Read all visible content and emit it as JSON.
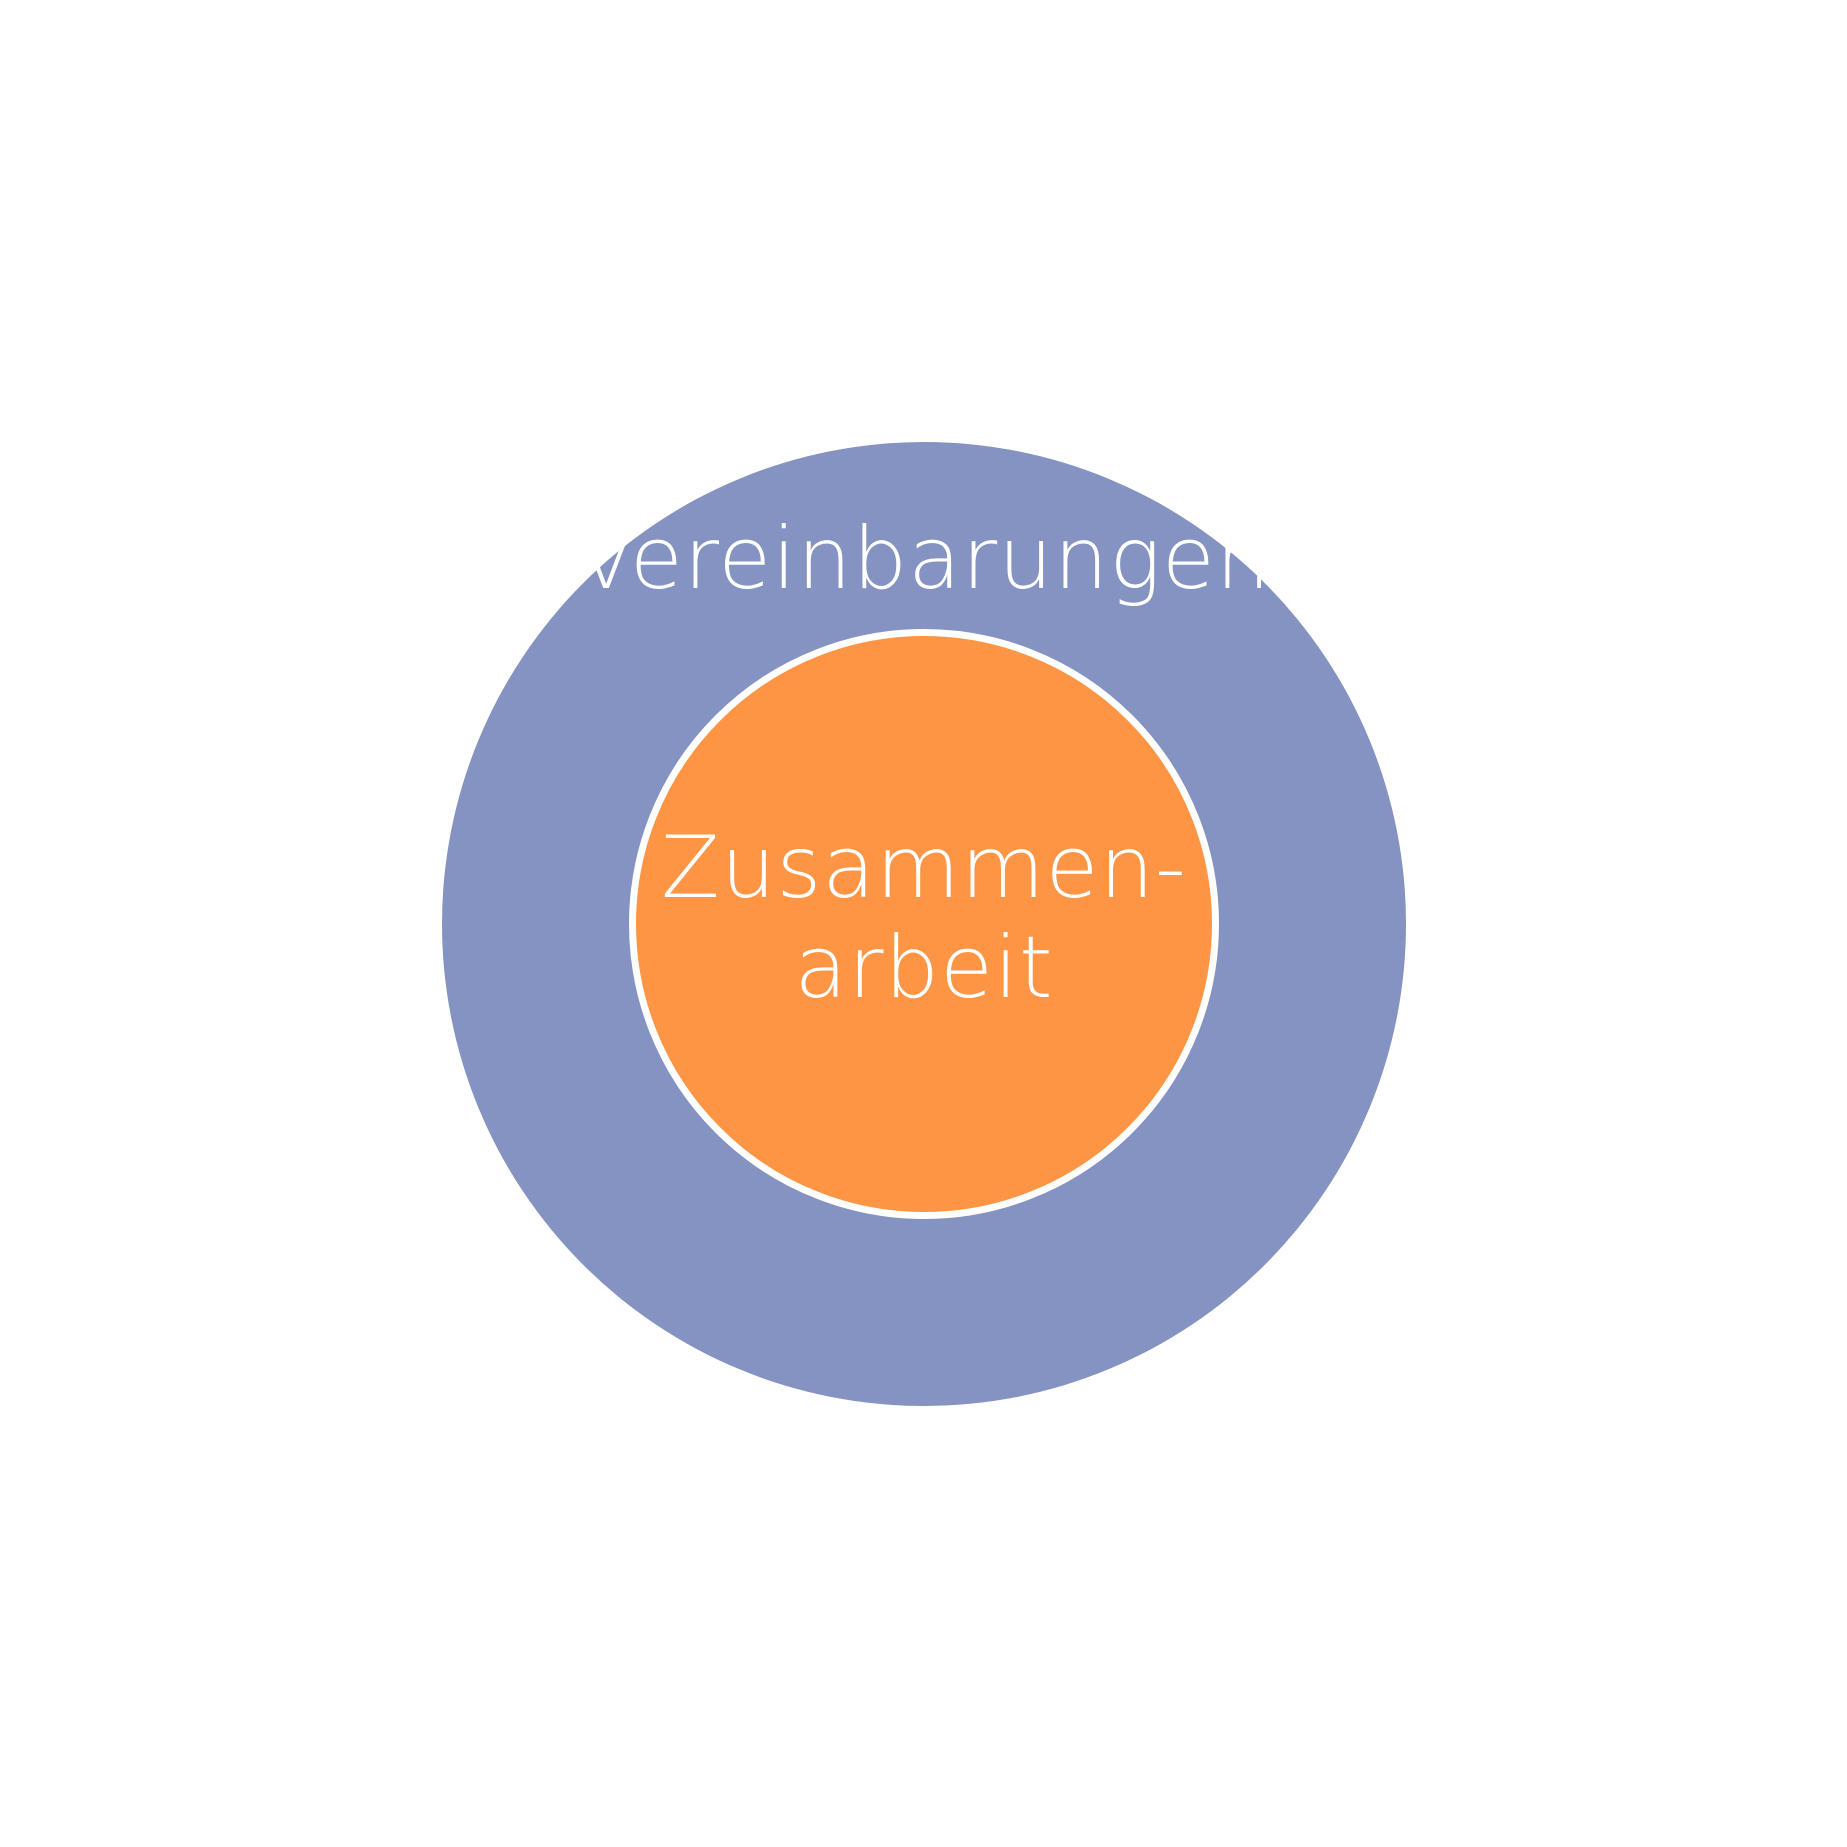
{
  "outer": {
    "label": "Vereinbarungen",
    "color": "#8493c1"
  },
  "inner": {
    "label_line1": "Zusammen-",
    "label_line2": "arbeit",
    "color": "#fe9544",
    "border_color": "#ffffff"
  },
  "text_color": "#ffffff"
}
